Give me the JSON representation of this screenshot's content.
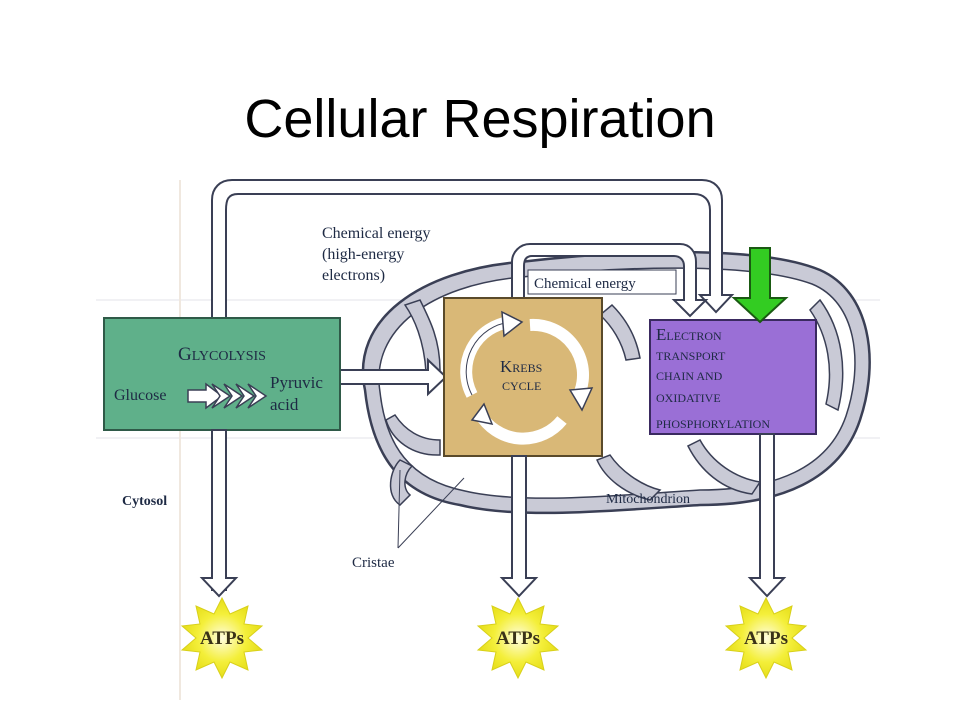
{
  "slide": {
    "title": "Cellular Respiration"
  },
  "labels": {
    "chemical_energy_1": "Chemical energy",
    "chemical_energy_2": "(high-energy",
    "chemical_energy_3": "electrons)",
    "chemical_energy_small": "Chemical energy",
    "glycolysis_cap": "G",
    "glycolysis_rest": "LYCOLYSIS",
    "glucose": "Glucose",
    "pyruvic_1": "Pyruvic",
    "pyruvic_2": "acid",
    "krebs_cap": "K",
    "krebs_rest": "REBS",
    "krebs_cycle": "CYCLE",
    "etc_line1_cap": "E",
    "etc_line1_rest": "LECTRON",
    "etc_line2": "TRANSPORT",
    "etc_line3": "CHAIN AND",
    "etc_line4": "OXIDATIVE",
    "etc_line5": "PHOSPHORYLATION",
    "cytosol": "Cytosol",
    "mitochondrion": "Mitochondrion",
    "cristae": "Cristae",
    "atp_1": "ATPs",
    "atp_2": "ATPs",
    "atp_3": "ATPs"
  },
  "colors": {
    "glycolysis_box": "#5fb08a",
    "krebs_box": "#d9b877",
    "etc_box": "#9a6fd6",
    "highlight_arrow": "#33cc22",
    "atp_burst": "#f2ee2a",
    "mito_fill": "#c9cad6",
    "arrow_outline": "#3a3f55"
  }
}
